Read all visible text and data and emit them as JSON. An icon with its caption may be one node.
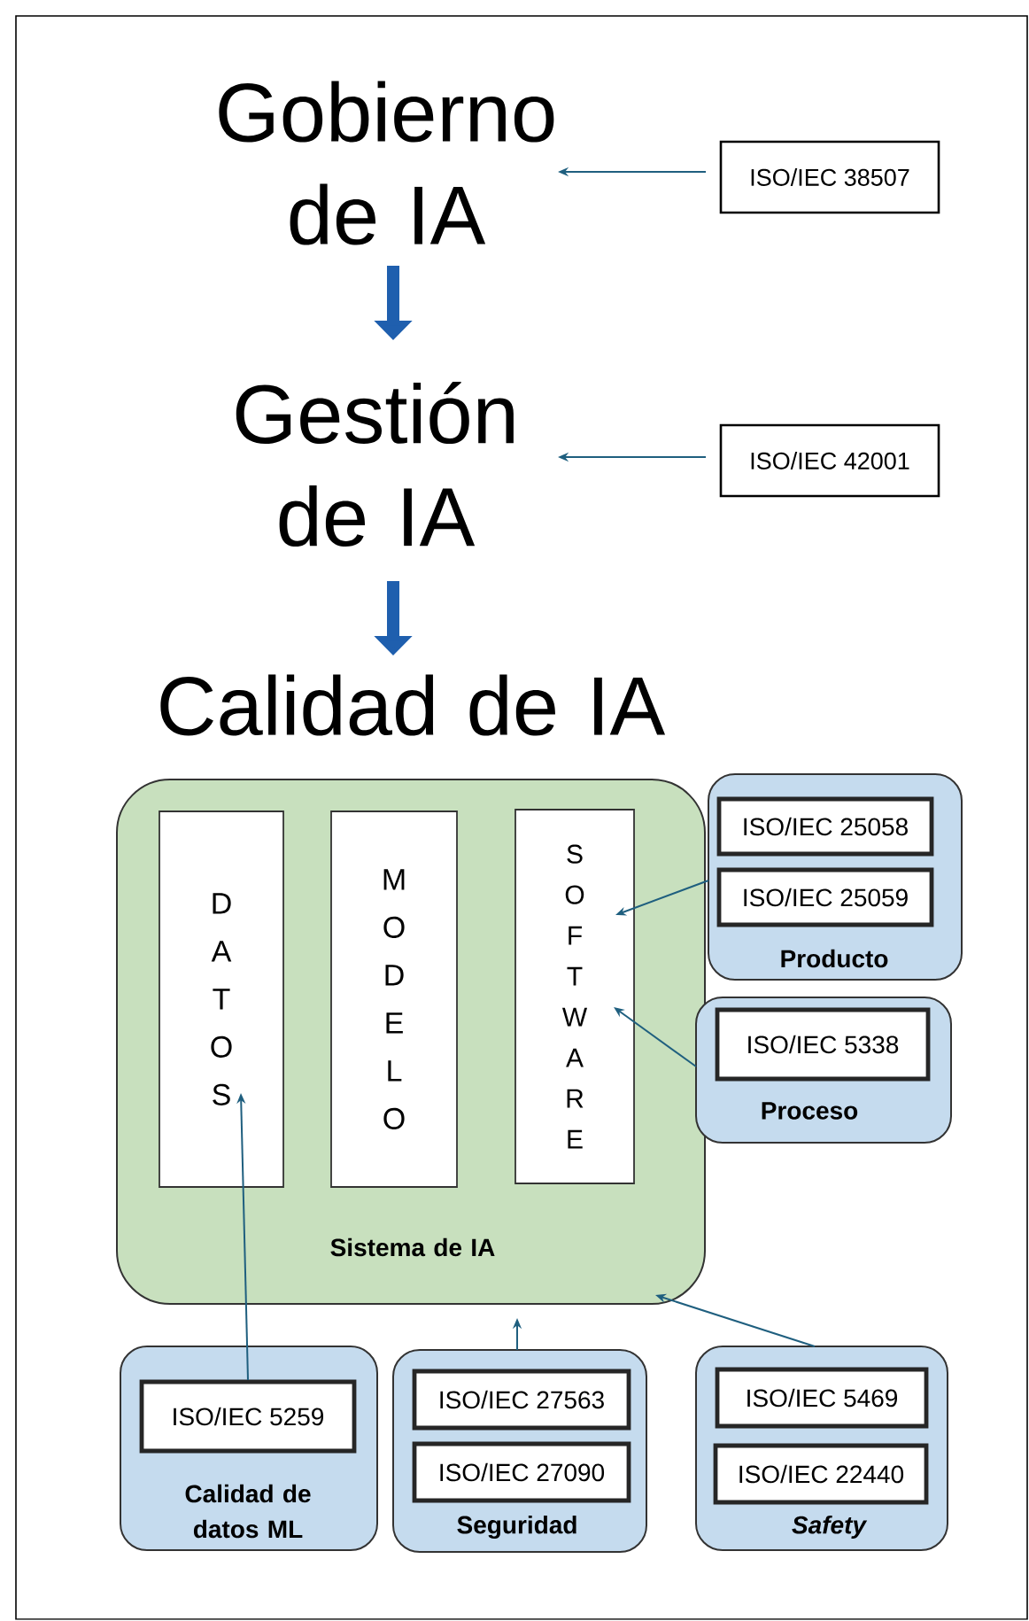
{
  "diagram": {
    "nodes": [
      {
        "text": [
          "Gobierno de IA"
        ]
      },
      {
        "text": [
          "ISO/IEC 38507"
        ]
      },
      {
        "text": [
          "Gestión de IA"
        ]
      },
      {
        "text": [
          "ISO/IEC 42001"
        ]
      },
      {
        "text": [
          "Calidad de IA"
        ]
      },
      {
        "text": [
          "Sistema de IA"
        ]
      },
      {
        "text": [
          "DATOS"
        ],
        "in": 5
      },
      {
        "text": [
          "MODELO"
        ],
        "in": 5
      },
      {
        "text": [
          "SOFTWARE"
        ],
        "in": 5
      },
      {
        "text": [
          "Producto"
        ]
      },
      {
        "text": [
          "ISO/IEC 25058"
        ],
        "in": 9
      },
      {
        "text": [
          "ISO/IEC 25059"
        ],
        "in": 9
      },
      {
        "text": [
          "Proceso"
        ]
      },
      {
        "text": [
          "ISO/IEC 5338"
        ],
        "in": 12
      },
      {
        "text": [
          "Calidad de datos ML"
        ]
      },
      {
        "text": [
          "ISO/IEC 5259"
        ],
        "in": 14
      },
      {
        "text": [
          "Seguridad"
        ]
      },
      {
        "text": [
          "ISO/IEC 27563"
        ],
        "in": 16
      },
      {
        "text": [
          "ISO/IEC 27090"
        ],
        "in": 16
      },
      {
        "text": [
          "Safety"
        ]
      },
      {
        "text": [
          "ISO/IEC 5469"
        ],
        "in": 19
      },
      {
        "text": [
          "ISO/IEC 22440"
        ],
        "in": 19
      }
    ],
    "edges": [
      {
        "from": 1,
        "to": 0,
        "arrow": "to"
      },
      {
        "from": 3,
        "to": 2,
        "arrow": "to"
      },
      {
        "from": 0,
        "to": 2,
        "arrow": "to",
        "style": "thick",
        "color": "#1f5fae"
      },
      {
        "from": 2,
        "to": 4,
        "arrow": "to",
        "style": "thick",
        "color": "#1f5fae"
      },
      {
        "from": 9,
        "to": 8,
        "arrow": "to"
      },
      {
        "from": 12,
        "to": 8,
        "arrow": "to"
      },
      {
        "from": 15,
        "to": 6,
        "arrow": "to"
      },
      {
        "from": 16,
        "to": 5,
        "arrow": "to"
      },
      {
        "from": 19,
        "to": 5,
        "arrow": "to"
      }
    ]
  }
}
